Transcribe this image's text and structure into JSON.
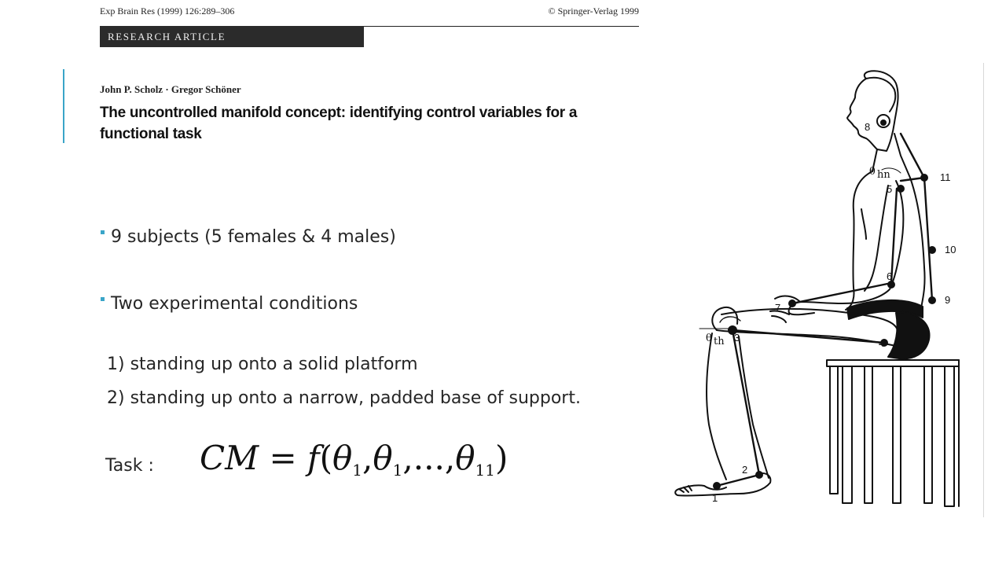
{
  "paper": {
    "journal": "Exp Brain Res (1999) 126:289–306",
    "publisher": "© Springer-Verlag 1999",
    "section": "RESEARCH ARTICLE",
    "authors": "John P. Scholz · Gregor Schöner",
    "title": "The uncontrolled manifold concept: identifying control variables for a functional task"
  },
  "bullets": [
    "9 subjects (5 females & 4 males)",
    "Two experimental conditions"
  ],
  "conditions": [
    "1) standing up onto a solid platform",
    "2) standing up onto a narrow, padded base of support."
  ],
  "task": {
    "label": "Task :",
    "formula_lhs": "CM",
    "formula_eq": " = ",
    "formula_f": "f",
    "formula_open": "(",
    "theta": "θ",
    "sub1": "1",
    "sub2": "1",
    "sep": ",",
    "ellipsis": "...",
    "sub3": "11",
    "formula_close": ")"
  },
  "figure": {
    "markers": [
      "1",
      "2",
      "3",
      "4",
      "5",
      "6",
      "7",
      "8",
      "9",
      "10",
      "11"
    ],
    "angle_hn_symbol": "θ",
    "angle_hn_sub": "hn",
    "angle_th_symbol": "θ",
    "angle_th_sub": "th"
  },
  "colors": {
    "accent": "#3aa5c8",
    "banner": "#2b2b2b"
  }
}
